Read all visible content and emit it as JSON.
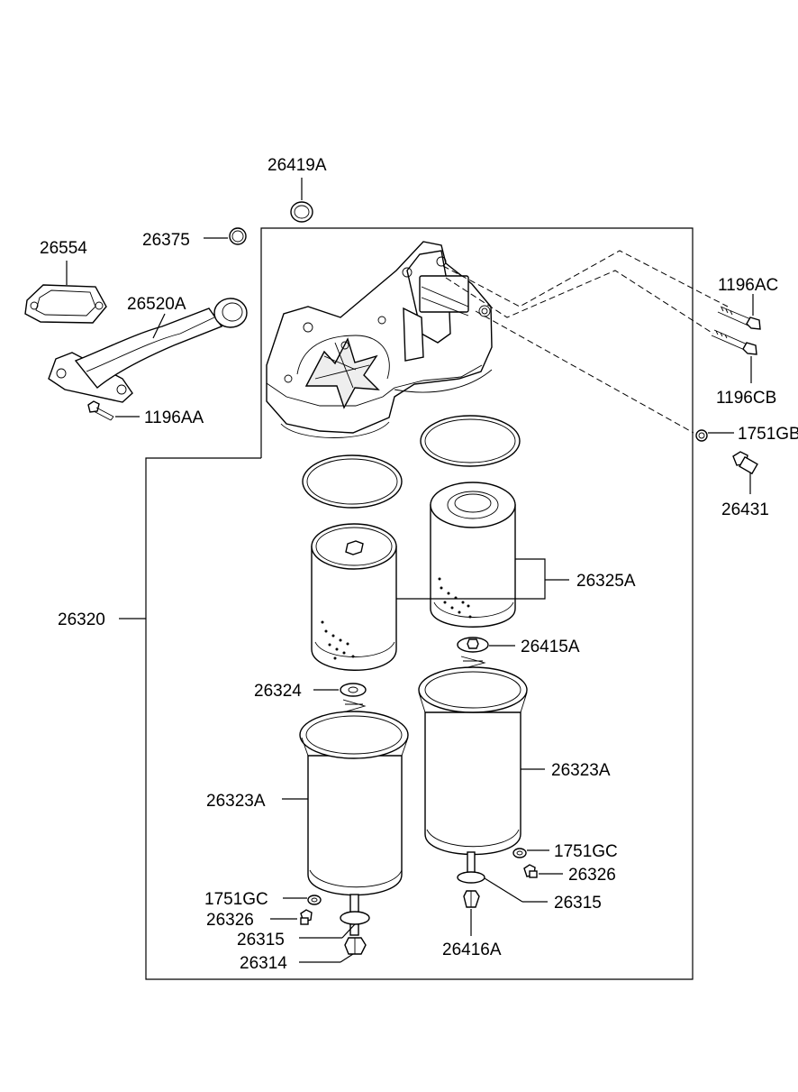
{
  "diagram": {
    "labels": {
      "p26419A": "26419A",
      "p26375": "26375",
      "p26554": "26554",
      "p26520A": "26520A",
      "p1196AA": "1196AA",
      "p1196AC": "1196AC",
      "p1196CB": "1196CB",
      "p1751GB": "1751GB",
      "p26431": "26431",
      "p26320": "26320",
      "p26325A": "26325A",
      "p26415A": "26415A",
      "p26324": "26324",
      "p26323A_left": "26323A",
      "p26323A_right": "26323A",
      "p1751GC_right": "1751GC",
      "p26326_right": "26326",
      "p26315_right": "26315",
      "p26416A": "26416A",
      "p1751GC_left": "1751GC",
      "p26326_left": "26326",
      "p26315_left": "26315",
      "p26314": "26314"
    }
  }
}
